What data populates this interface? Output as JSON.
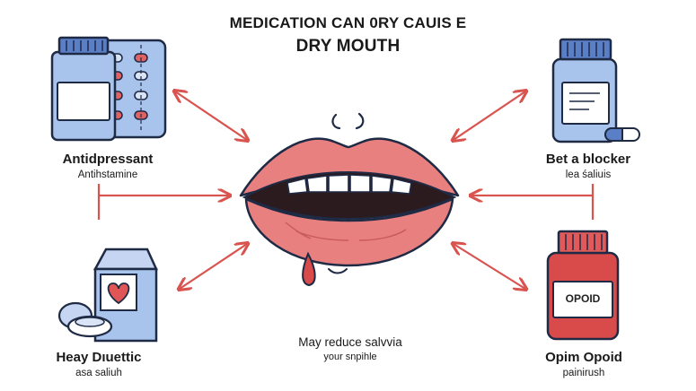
{
  "title": {
    "line1": "MEDICATION CAN 0RY CAUIS E",
    "line2": "DRY MOUTH"
  },
  "center": {
    "label": "May reduce salvvia",
    "sublabel": "your snpihle"
  },
  "items": {
    "top_left": {
      "label": "Antidpressant",
      "sublabel": "Antihstamine"
    },
    "top_right": {
      "label": "Bet a blocker",
      "sublabel": "lea śaliuis"
    },
    "bottom_left": {
      "label": "Heay Dıuettic",
      "sublabel": "asa saliuh"
    },
    "bottom_right": {
      "label": "Opim Opoid",
      "sublabel": "painirush",
      "bottle_text": "OPOID"
    }
  },
  "colors": {
    "arrow": "#d9534f",
    "lips": "#e88080",
    "bottle_blue": "#a9c4ec",
    "cap_blue": "#5b7fc7",
    "bottle_red": "#d94b4b",
    "outline": "#1f2a44"
  },
  "icons": {
    "top_left": "pill-bottle-with-blister-pack-icon",
    "top_right": "pill-bottle-with-capsule-icon",
    "bottom_left": "medicine-carton-with-heart-icon",
    "bottom_right": "opioid-bottle-icon",
    "center": "dry-mouth-lips-icon"
  }
}
